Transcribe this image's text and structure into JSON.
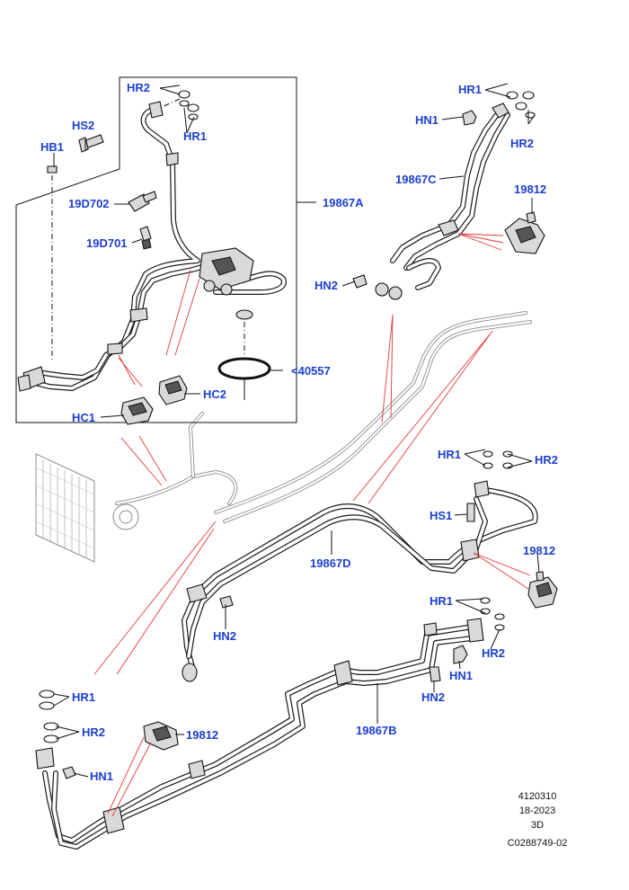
{
  "labels": {
    "hr2_a": "HR2",
    "hr1_a": "HR1",
    "hs2": "HS2",
    "hb1": "HB1",
    "p19d702": "19D702",
    "p19d701": "19D701",
    "p19867a": "19867A",
    "p40557": "<40557",
    "hc2": "HC2",
    "hc1": "HC1",
    "hr1_b": "HR1",
    "hn1_b": "HN1",
    "hr2_b": "HR2",
    "p19867c": "19867C",
    "p19812_b": "19812",
    "hn2_c": "HN2",
    "hr1_d": "HR1",
    "hr2_d": "HR2",
    "hs1": "HS1",
    "p19812_d": "19812",
    "p19867d": "19867D",
    "hn2_d": "HN2",
    "hr1_e": "HR1",
    "hr2_e": "HR2",
    "hn1_e": "HN1",
    "hn2_e": "HN2",
    "p19867b": "19867B",
    "hr1_f": "HR1",
    "hr2_f": "HR2",
    "p19812_f": "19812",
    "hn1_f": "HN1"
  },
  "footer": {
    "code": "4120310",
    "date": "18-2023",
    "view": "3D",
    "ref": "C0288749-02"
  },
  "colors": {
    "label": "#1c3fd1",
    "callout_line": "#e23a3a",
    "ink": "#111111"
  }
}
